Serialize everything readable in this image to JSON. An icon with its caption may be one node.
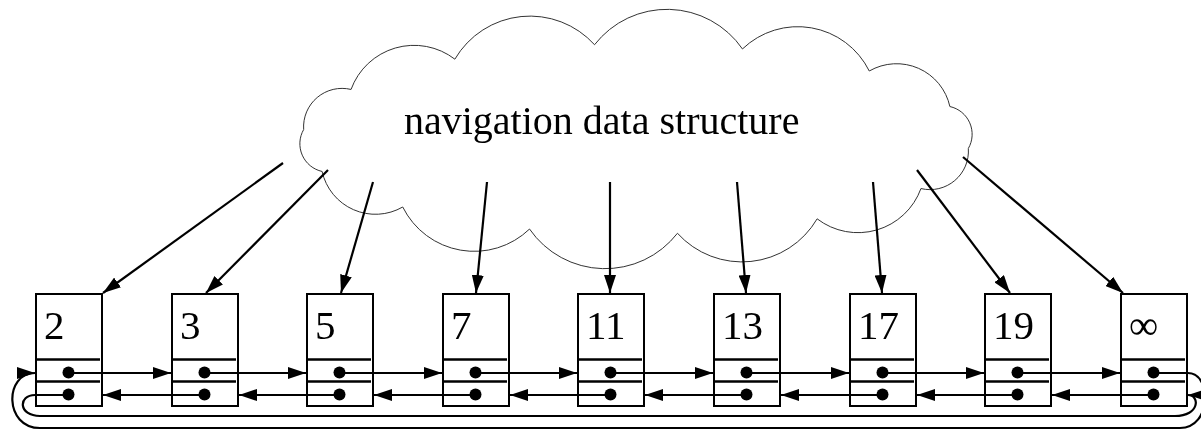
{
  "diagram": {
    "nodes": [
      {
        "text": [
          "navigation data structure"
        ]
      },
      {
        "text": [
          "2"
        ]
      },
      {
        "text": [
          "3"
        ]
      },
      {
        "text": [
          "5"
        ]
      },
      {
        "text": [
          "7"
        ]
      },
      {
        "text": [
          "11"
        ]
      },
      {
        "text": [
          "13"
        ]
      },
      {
        "text": [
          "17"
        ]
      },
      {
        "text": [
          "19"
        ]
      },
      {
        "text": [
          "∞"
        ]
      }
    ],
    "edges": [
      {
        "from": 0,
        "to": 1,
        "arrow": "to"
      },
      {
        "from": 0,
        "to": 2,
        "arrow": "to"
      },
      {
        "from": 0,
        "to": 3,
        "arrow": "to"
      },
      {
        "from": 0,
        "to": 4,
        "arrow": "to"
      },
      {
        "from": 0,
        "to": 5,
        "arrow": "to"
      },
      {
        "from": 0,
        "to": 6,
        "arrow": "to"
      },
      {
        "from": 0,
        "to": 7,
        "arrow": "to"
      },
      {
        "from": 0,
        "to": 8,
        "arrow": "to"
      },
      {
        "from": 0,
        "to": 9,
        "arrow": "to"
      },
      {
        "from": 1,
        "to": 2,
        "arrow": "to"
      },
      {
        "from": 2,
        "to": 3,
        "arrow": "to"
      },
      {
        "from": 3,
        "to": 4,
        "arrow": "to"
      },
      {
        "from": 4,
        "to": 5,
        "arrow": "to"
      },
      {
        "from": 5,
        "to": 6,
        "arrow": "to"
      },
      {
        "from": 6,
        "to": 7,
        "arrow": "to"
      },
      {
        "from": 7,
        "to": 8,
        "arrow": "to"
      },
      {
        "from": 8,
        "to": 9,
        "arrow": "to"
      },
      {
        "from": 2,
        "to": 1,
        "arrow": "to"
      },
      {
        "from": 3,
        "to": 2,
        "arrow": "to"
      },
      {
        "from": 4,
        "to": 3,
        "arrow": "to"
      },
      {
        "from": 5,
        "to": 4,
        "arrow": "to"
      },
      {
        "from": 6,
        "to": 5,
        "arrow": "to"
      },
      {
        "from": 7,
        "to": 6,
        "arrow": "to"
      },
      {
        "from": 8,
        "to": 7,
        "arrow": "to"
      },
      {
        "from": 9,
        "to": 8,
        "arrow": "to"
      },
      {
        "from": 9,
        "to": 1,
        "arrow": "to"
      },
      {
        "from": 1,
        "to": 9,
        "arrow": "to"
      }
    ]
  }
}
